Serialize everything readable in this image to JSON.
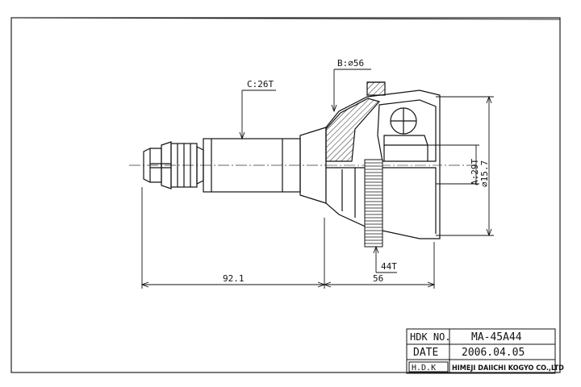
{
  "callouts": {
    "spline_outer": "C:26T",
    "cup_outer": "B:⌀56",
    "abs_ring": "44T",
    "spline_inner": "A:29T",
    "inner_diameter": "⌀15.7"
  },
  "dimensions": {
    "shaft_length": "92.1",
    "cup_length": "56"
  },
  "title_block": {
    "part_no_label": "HDK NO.",
    "part_no": "MA-45A44",
    "date_label": "DATE",
    "date": "2006.04.05",
    "brand_mark": "H.D.K",
    "company": "HIMEJI DAIICHI KOGYO CO.,LTD"
  },
  "icons": [
    "shaft-icon",
    "outer-cup-icon",
    "abs-ring-icon",
    "boot-icon"
  ]
}
